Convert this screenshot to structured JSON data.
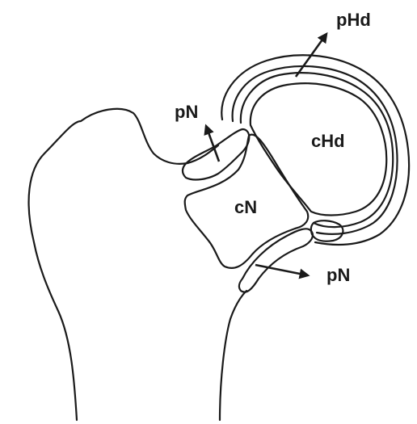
{
  "labels": {
    "pHd": "pHd",
    "pN_upper": "pN",
    "cHd": "cHd",
    "cN": "cN",
    "pN_lower": "pN"
  },
  "colors": {
    "stroke": "#1a1a1a",
    "background": "#ffffff"
  }
}
